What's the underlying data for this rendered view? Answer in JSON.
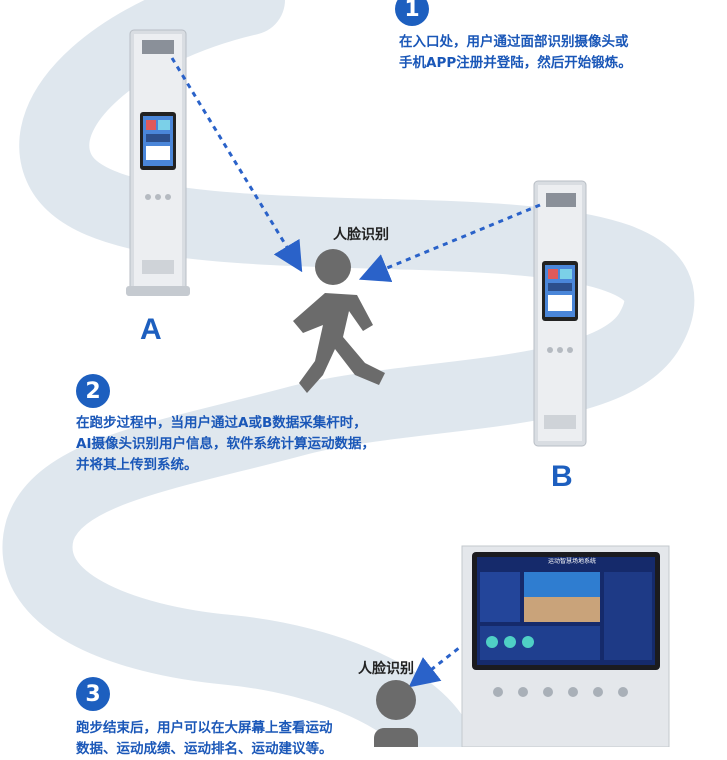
{
  "steps": [
    {
      "number": "1",
      "text_line1": "在入口处，用户通过面部识别摄像头或",
      "text_line2": "手机APP注册并登陆，然后开始锻炼。"
    },
    {
      "number": "2",
      "text_line1": "在跑步过程中，当用户通过A或B数据采集杆时，",
      "text_line2": "AI摄像头识别用户信息，软件系统计算运动数据，",
      "text_line3": "并将其上传到系统。"
    },
    {
      "number": "3",
      "text_line1": "跑步结束后，用户可以在大屏幕上查看运动",
      "text_line2": "数据、运动成绩、运动排名、运动建议等。"
    }
  ],
  "face_labels": {
    "first": "人脸识别",
    "second": "人脸识别"
  },
  "poles": {
    "a_label": "A",
    "b_label": "B"
  },
  "big_screen": {
    "title": "运动智慧场地系统"
  },
  "icons": [
    "runner-icon",
    "camera-icon"
  ],
  "colors": {
    "accent": "#1d5fbf",
    "track": "#dfe7ee",
    "runner": "#6b6b6b",
    "arrow": "#2a62c9"
  }
}
